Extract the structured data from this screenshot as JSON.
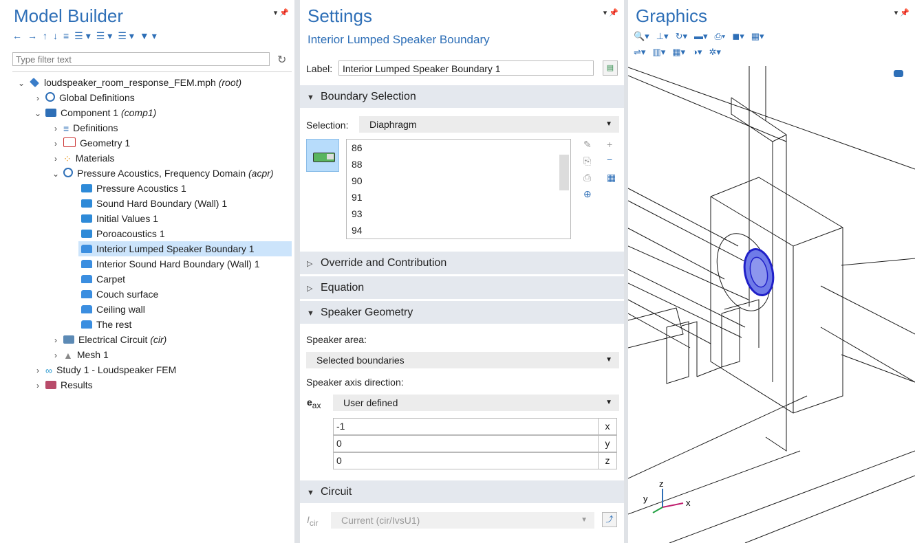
{
  "model_builder": {
    "title": "Model Builder",
    "filter_placeholder": "Type filter text",
    "tree": [
      {
        "label": "loudspeaker_room_response_FEM.mph",
        "tag": "(root)"
      },
      {
        "label": "Global Definitions",
        "tag": ""
      },
      {
        "label": "Component 1",
        "tag": "(comp1)"
      },
      {
        "label": "Definitions",
        "tag": ""
      },
      {
        "label": "Geometry 1",
        "tag": ""
      },
      {
        "label": "Materials",
        "tag": ""
      },
      {
        "label": "Pressure Acoustics, Frequency Domain",
        "tag": "(acpr)"
      },
      {
        "label": "Pressure Acoustics 1",
        "tag": ""
      },
      {
        "label": "Sound Hard Boundary (Wall) 1",
        "tag": ""
      },
      {
        "label": "Initial Values 1",
        "tag": ""
      },
      {
        "label": "Poroacoustics 1",
        "tag": ""
      },
      {
        "label": "Interior Lumped Speaker Boundary 1",
        "tag": ""
      },
      {
        "label": "Interior Sound Hard Boundary (Wall) 1",
        "tag": ""
      },
      {
        "label": "Carpet",
        "tag": ""
      },
      {
        "label": "Couch surface",
        "tag": ""
      },
      {
        "label": "Ceiling wall",
        "tag": ""
      },
      {
        "label": "The rest",
        "tag": ""
      },
      {
        "label": "Electrical Circuit",
        "tag": "(cir)"
      },
      {
        "label": "Mesh 1",
        "tag": ""
      },
      {
        "label": "Study 1 - Loudspeaker FEM",
        "tag": ""
      },
      {
        "label": "Results",
        "tag": ""
      }
    ]
  },
  "settings": {
    "title": "Settings",
    "subtitle": "Interior Lumped Speaker Boundary",
    "label_caption": "Label:",
    "label_value": "Interior Lumped Speaker Boundary 1",
    "sections": {
      "boundary_selection": "Boundary Selection",
      "override": "Override and Contribution",
      "equation": "Equation",
      "speaker_geometry": "Speaker Geometry",
      "circuit": "Circuit"
    },
    "selection_caption": "Selection:",
    "selection_value": "Diaphragm",
    "boundaries": [
      "86",
      "88",
      "90",
      "91",
      "93",
      "94"
    ],
    "speaker_area_caption": "Speaker area:",
    "speaker_area_value": "Selected boundaries",
    "axis_caption": "Speaker axis direction:",
    "eax_symbol": "e",
    "eax_sub": "ax",
    "axis_mode": "User defined",
    "axis_vector": [
      {
        "value": "-1",
        "unit": "x"
      },
      {
        "value": "0",
        "unit": "y"
      },
      {
        "value": "0",
        "unit": "z"
      }
    ],
    "icir_symbol": "I",
    "icir_sub": "cir",
    "icir_value": "Current (cir/IvsU1)"
  },
  "graphics": {
    "title": "Graphics",
    "axes": {
      "x": "x",
      "y": "y",
      "z": "z"
    }
  }
}
